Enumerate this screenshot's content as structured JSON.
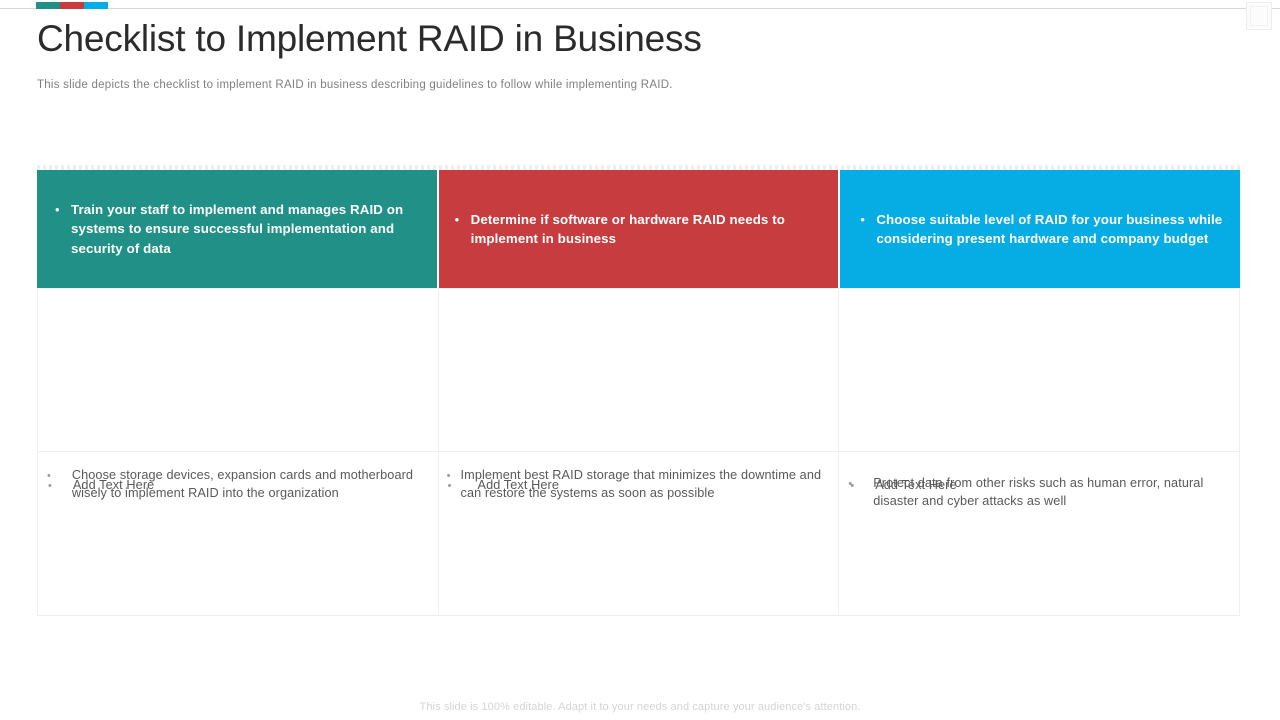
{
  "slide": {
    "title": "Checklist to Implement RAID in Business",
    "subtitle": "This slide depicts the checklist to implement RAID in business describing guidelines to follow while implementing RAID.",
    "footer_note": "This slide is 100% editable. Adapt it to your needs and capture your audience's attention."
  },
  "accent_bar": {
    "segments": [
      {
        "name": "teal",
        "color": "#219187"
      },
      {
        "name": "red",
        "color": "#c63c3f"
      },
      {
        "name": "cyan",
        "color": "#06ace4"
      }
    ]
  },
  "colors": {
    "teal": "#219187",
    "red": "#c63c3f",
    "cyan": "#06ace4",
    "title_text": "#2b2b2b",
    "subtitle_text": "#808080",
    "body_text": "#595959",
    "border": "#f0f0f0",
    "footer_text": "#d4d4d4"
  },
  "bullet_glyph": "•",
  "table": {
    "columns": [
      {
        "name": "column-1",
        "header": {
          "text": "Train your staff to implement and manages RAID on systems to ensure successful implementation and security of data",
          "background": "#219187"
        },
        "cells": [
          "Choose storage devices, expansion cards and motherboard wisely to implement RAID into the organization",
          "Add Text Here"
        ]
      },
      {
        "name": "column-2",
        "header": {
          "text": "Determine if software or hardware RAID needs to implement in business",
          "background": "#c63c3f"
        },
        "cells": [
          "Implement best RAID storage that minimizes the downtime and can restore the systems as soon as possible",
          "Add Text Here"
        ]
      },
      {
        "name": "column-3",
        "header": {
          "text": "Choose suitable level of RAID for your business while considering  present hardware and company budget",
          "background": "#06ace4"
        },
        "cells": [
          "Protect data from other risks such as human error, natural disaster and cyber attacks as well",
          "Add Text Here"
        ]
      }
    ]
  }
}
